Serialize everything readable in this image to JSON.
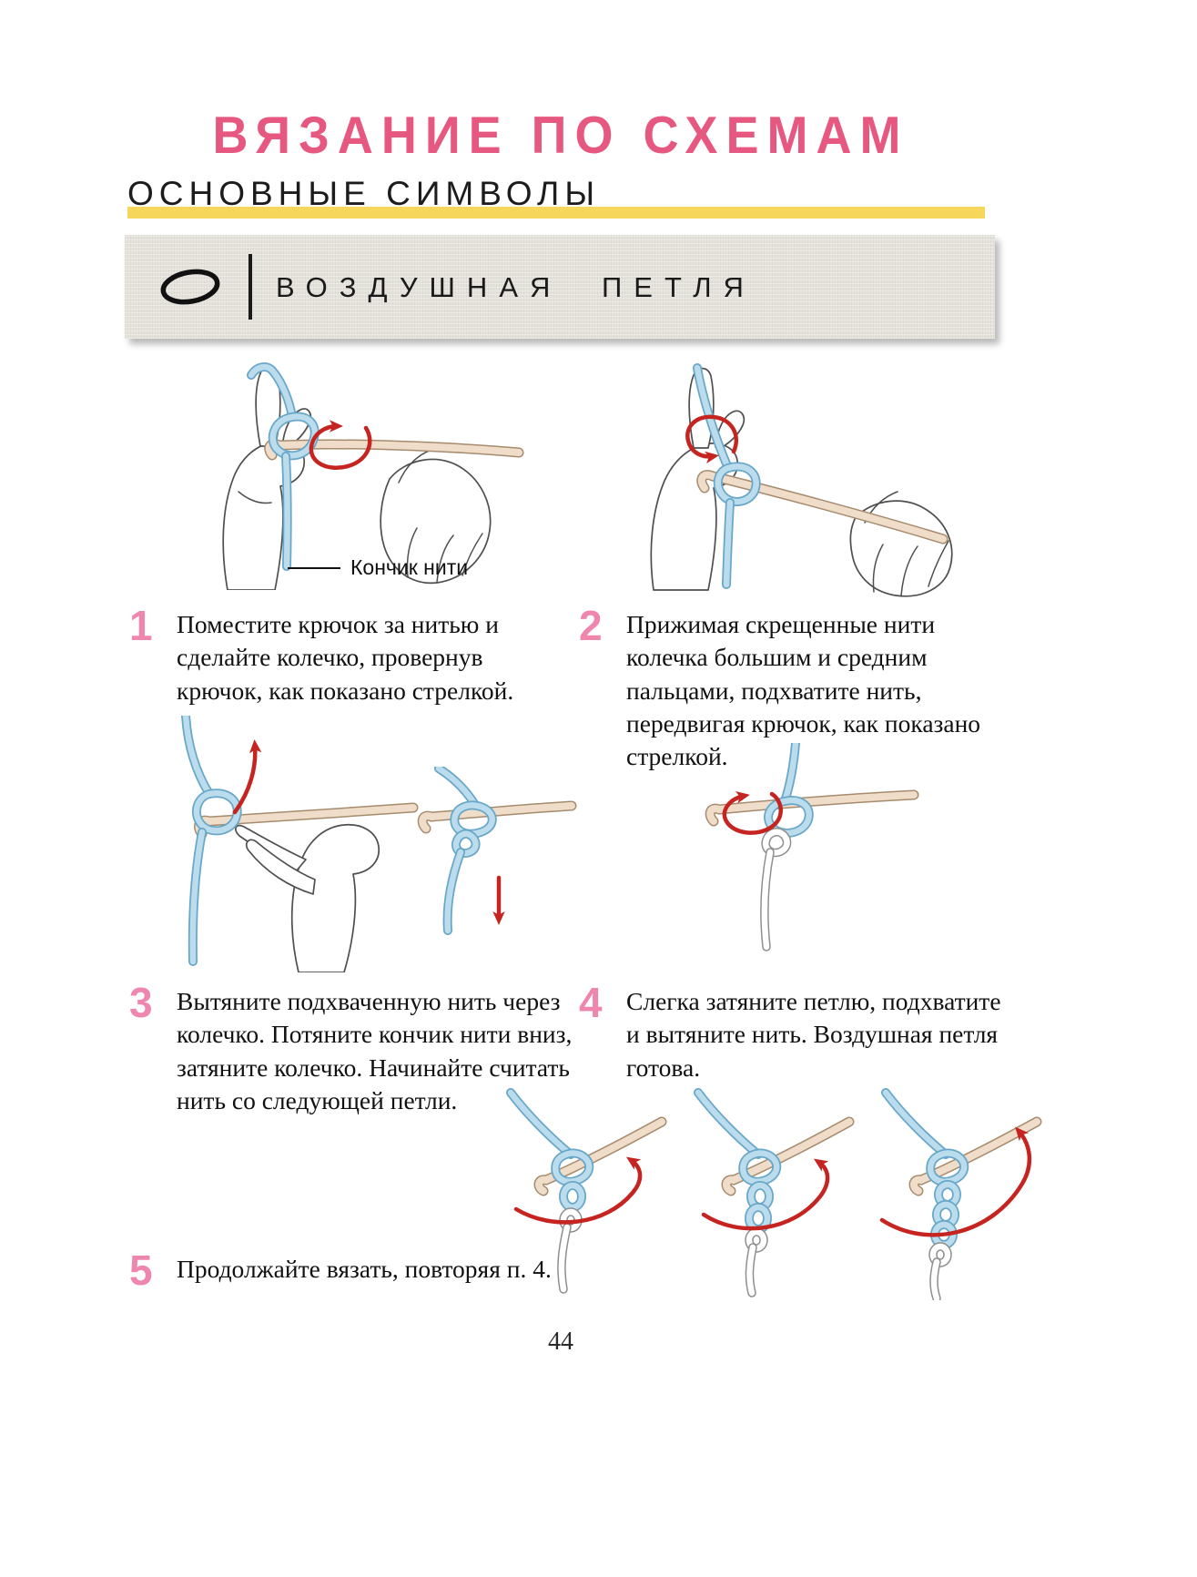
{
  "page": {
    "title": "ВЯЗАНИЕ ПО СХЕМАМ",
    "section": "ОСНОВНЫЕ СИМВОЛЫ",
    "page_number": "44"
  },
  "banner": {
    "symbol_icon": "chain-stitch-oval-icon",
    "label": "ВОЗДУШНАЯ ПЕТЛЯ"
  },
  "figure_caption": "Кончик нити",
  "steps": [
    {
      "number": "1",
      "text": "Поместите крючок за нитью и сделайте колечко, провернув крючок, как показано стрелкой."
    },
    {
      "number": "2",
      "text": "Прижимая скрещенные нити колечка большим и средним пальцами, подхватите нить, передвигая крючок, как показано стрелкой."
    },
    {
      "number": "3",
      "text": "Вытяните подхваченную нить через колечко. Потяните кончик нити вниз, затяните колечко. Начинайте считать нить со следующей петли."
    },
    {
      "number": "4",
      "text": "Слегка затяните петлю, подхватите и вытяните нить. Воздушная петля готова."
    },
    {
      "number": "5",
      "text": "Продолжайте вязать, повторяя п. 4."
    }
  ],
  "colors": {
    "title_pink": "#e65880",
    "step_number_pink": "#ee86ad",
    "underline_yellow": "#f6d75b",
    "banner_gray": "#e5e2db",
    "yarn_blue": "#badced",
    "hook_tan": "#efddc9",
    "arrow_red": "#c62420"
  }
}
